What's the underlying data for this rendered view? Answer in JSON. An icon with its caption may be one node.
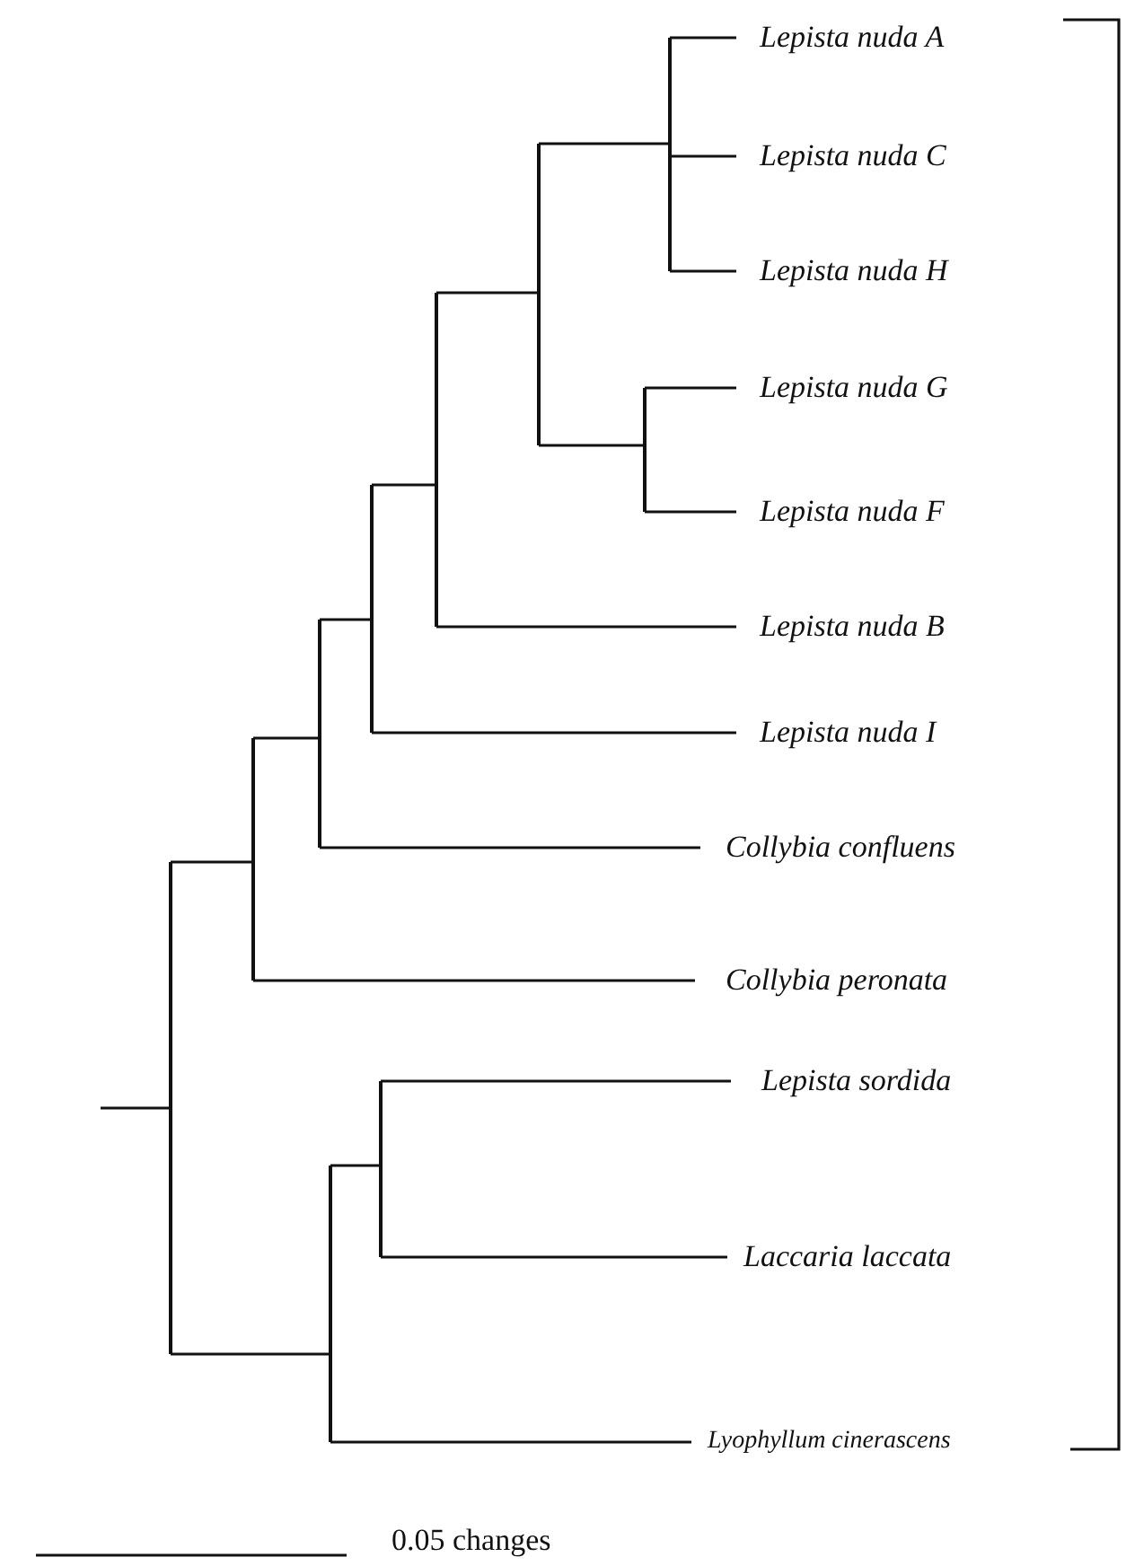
{
  "diagram": {
    "nodes": [
      {
        "text": [
          "Lepista nuda A"
        ]
      },
      {
        "text": [
          "Lepista nuda C"
        ]
      },
      {
        "text": [
          "Lepista nuda H"
        ]
      },
      {
        "text": [
          "Lepista nuda G"
        ]
      },
      {
        "text": [
          "Lepista nuda F"
        ]
      },
      {
        "text": [
          "Lepista nuda B"
        ]
      },
      {
        "text": [
          "Lepista nuda I"
        ]
      },
      {
        "text": [
          "Collybia confluens"
        ]
      },
      {
        "text": [
          "Collybia peronata"
        ]
      },
      {
        "text": [
          "Lepista sordida"
        ]
      },
      {
        "text": [
          "Laccaria laccata"
        ]
      },
      {
        "text": [
          "Lyophyllum cinerascens"
        ]
      },
      {
        "text": [],
        "shape": "bar"
      },
      {
        "text": [],
        "shape": "bar"
      },
      {
        "text": [],
        "shape": "bar"
      },
      {
        "text": [],
        "shape": "bar"
      },
      {
        "text": [],
        "shape": "bar"
      },
      {
        "text": [],
        "shape": "bar"
      },
      {
        "text": [],
        "shape": "bar"
      },
      {
        "text": [],
        "shape": "bar"
      },
      {
        "text": [],
        "shape": "bar"
      },
      {
        "text": [],
        "shape": "bar"
      }
    ],
    "edges": [
      {
        "from": 12,
        "to": 0,
        "arrow": "none"
      },
      {
        "from": 12,
        "to": 1,
        "arrow": "none"
      },
      {
        "from": 12,
        "to": 2,
        "arrow": "none"
      },
      {
        "from": 13,
        "to": 3,
        "arrow": "none"
      },
      {
        "from": 13,
        "to": 4,
        "arrow": "none"
      },
      {
        "from": 14,
        "to": 12,
        "arrow": "none"
      },
      {
        "from": 14,
        "to": 13,
        "arrow": "none"
      },
      {
        "from": 15,
        "to": 14,
        "arrow": "none"
      },
      {
        "from": 15,
        "to": 5,
        "arrow": "none"
      },
      {
        "from": 16,
        "to": 15,
        "arrow": "none"
      },
      {
        "from": 16,
        "to": 6,
        "arrow": "none"
      },
      {
        "from": 17,
        "to": 16,
        "arrow": "none"
      },
      {
        "from": 17,
        "to": 7,
        "arrow": "none"
      },
      {
        "from": 18,
        "to": 17,
        "arrow": "none"
      },
      {
        "from": 18,
        "to": 8,
        "arrow": "none"
      },
      {
        "from": 19,
        "to": 9,
        "arrow": "none"
      },
      {
        "from": 19,
        "to": 10,
        "arrow": "none"
      },
      {
        "from": 20,
        "to": 19,
        "arrow": "none"
      },
      {
        "from": 20,
        "to": 11,
        "arrow": "none"
      },
      {
        "from": 21,
        "to": 18,
        "arrow": "none"
      },
      {
        "from": 21,
        "to": 20,
        "arrow": "none"
      },
      {
        "from": null,
        "to": 21,
        "arrow": "none"
      }
    ],
    "labels": [
      "0.05 changes"
    ]
  }
}
